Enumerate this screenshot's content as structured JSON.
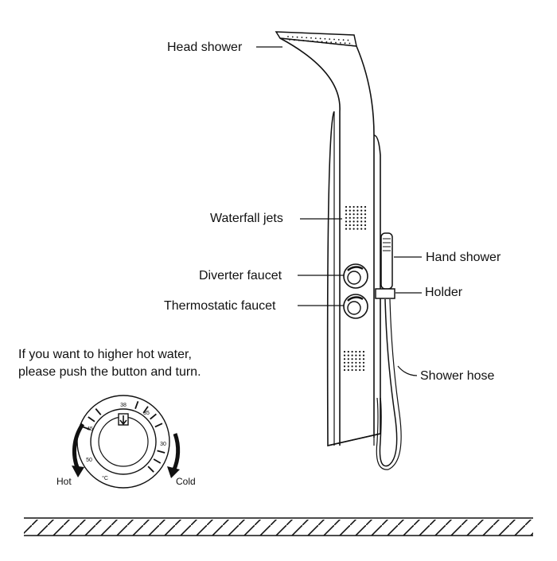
{
  "labels": {
    "head_shower": "Head shower",
    "waterfall_jets": "Waterfall jets",
    "hand_shower": "Hand shower",
    "diverter_faucet": "Diverter faucet",
    "holder": "Holder",
    "thermostatic_faucet": "Thermostatic faucet",
    "shower_hose": "Shower hose"
  },
  "instruction": {
    "line1": "If you want to higher hot water,",
    "line2": "please push the button and turn."
  },
  "dial": {
    "ticks": [
      "38",
      "35",
      "30",
      "45",
      "50"
    ],
    "unit": "°C",
    "hot": "Hot",
    "cold": "Cold"
  },
  "colors": {
    "line": "#111111",
    "fill": "#ffffff"
  }
}
